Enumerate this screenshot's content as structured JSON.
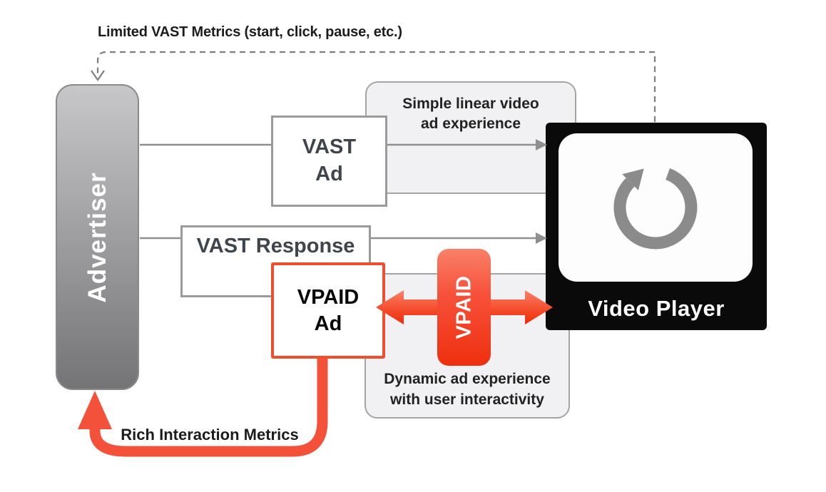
{
  "colors": {
    "accent_red": "#f04f2e",
    "red_gradient_top": "#fa8068",
    "red_gradient_bottom": "#ef2f0e",
    "node_border_gray": "#9a9a9a",
    "panel_fill": "#f1f0f2",
    "connector_gray": "#8f8f8f",
    "player_black": "#0a0a0a"
  },
  "annotations": {
    "limited_vast_metrics": "Limited VAST Metrics (start, click, pause, etc.)",
    "rich_interaction_metrics": "Rich Interaction Metrics"
  },
  "panels": {
    "simple": {
      "caption": "Simple linear video\nad experience"
    },
    "dynamic": {
      "caption": "Dynamic ad experience\nwith user interactivity"
    }
  },
  "nodes": {
    "advertiser": {
      "label": "Advertiser"
    },
    "vast_ad": {
      "label": "VAST\nAd"
    },
    "vast_response": {
      "label": "VAST Response"
    },
    "vpaid_ad": {
      "label": "VPAID\nAd"
    },
    "vpaid_protocol": {
      "label": "VPAID"
    },
    "video_player": {
      "label": "Video Player"
    }
  },
  "icons": {
    "video_player_icon": "refresh-circular-arrow",
    "dashed_end_icon": "down-open-arrowhead",
    "gray_end_icon": "right-solid-arrowhead",
    "red_end_icon": "up-solid-arrowhead"
  },
  "edges": [
    {
      "from": "video_player",
      "to": "advertiser",
      "style": "dashed-gray",
      "label_ref": "limited_vast_metrics"
    },
    {
      "from": "advertiser",
      "to": "vast_ad",
      "style": "solid-gray"
    },
    {
      "from": "vast_ad",
      "to": "video_player",
      "style": "solid-gray-arrow"
    },
    {
      "from": "advertiser",
      "to": "vast_response",
      "style": "solid-gray"
    },
    {
      "from": "vast_response",
      "to": "video_player",
      "style": "solid-gray-arrow"
    },
    {
      "from": "vpaid_ad",
      "to": "video_player",
      "via": "vpaid_protocol",
      "style": "red-double-arrow"
    },
    {
      "from": "vpaid_ad",
      "to": "advertiser",
      "style": "red-arrow",
      "label_ref": "rich_interaction_metrics"
    }
  ]
}
